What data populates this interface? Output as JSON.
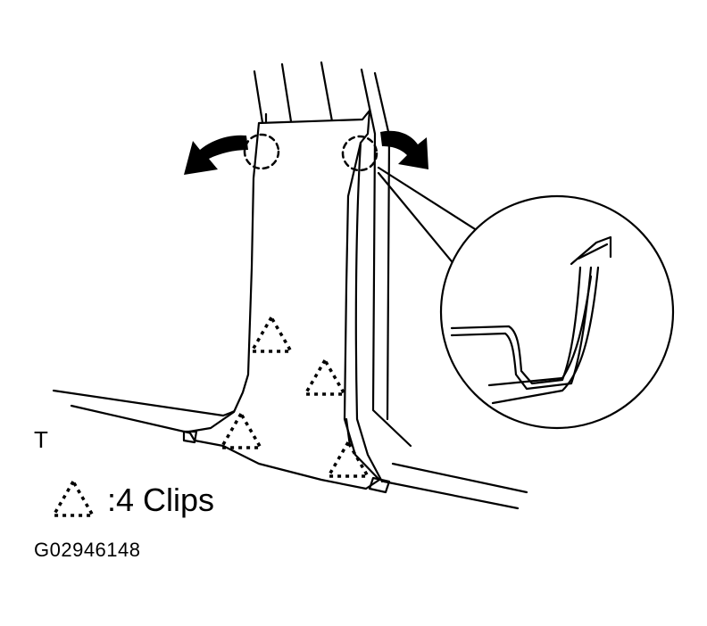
{
  "view_letter": "T",
  "legend": {
    "symbol_icon": "dotted-triangle-clip-icon",
    "text": ":4 Clips"
  },
  "figure_id": "G02946148",
  "colors": {
    "line": "#000000",
    "background": "#ffffff"
  }
}
